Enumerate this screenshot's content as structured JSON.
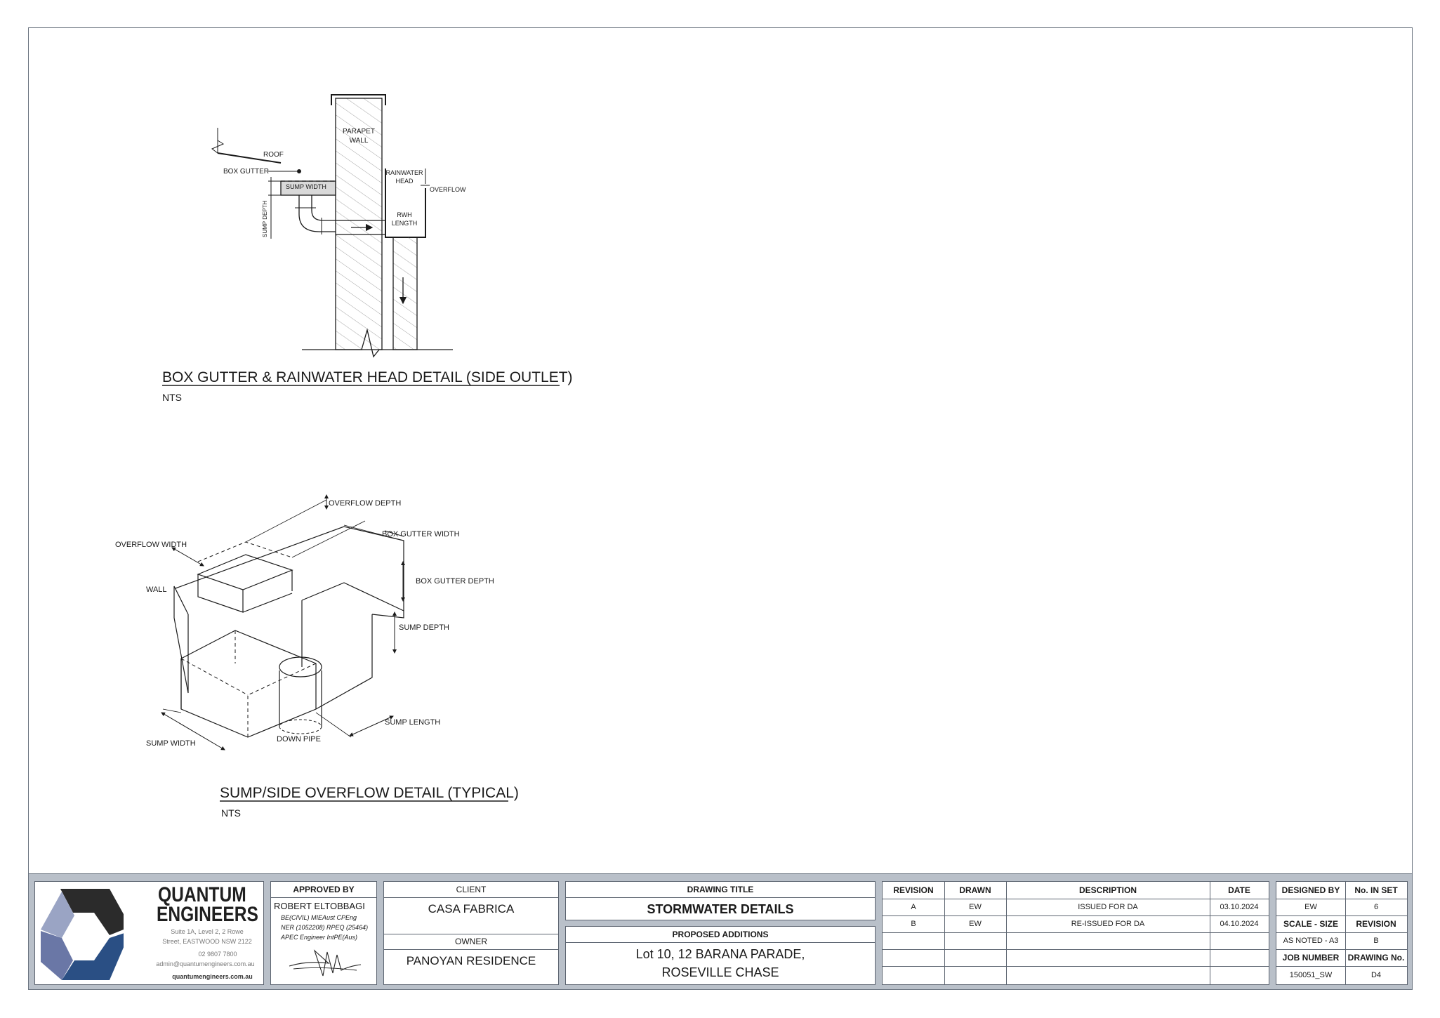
{
  "details": [
    {
      "title": "BOX GUTTER & RAINWATER HEAD DETAIL (SIDE OUTLET)",
      "scale": "NTS",
      "labels": {
        "parapet_wall_1": "PARAPET",
        "parapet_wall_2": "WALL",
        "roof": "ROOF",
        "box_gutter": "BOX GUTTER",
        "sump_width": "SUMP  WIDTH",
        "rainwater_head_1": "RAINWATER",
        "rainwater_head_2": "HEAD",
        "overflow": "OVERFLOW",
        "rwh_length_1": "RWH",
        "rwh_length_2": "LENGTH",
        "sump_depth": "SUMP DEPTH"
      }
    },
    {
      "title": "SUMP/SIDE OVERFLOW DETAIL (TYPICAL)",
      "scale": "NTS",
      "labels": {
        "overflow_depth": "OVERFLOW DEPTH",
        "overflow_width": "OVERFLOW WIDTH",
        "box_gutter_width": "BOX GUTTER WIDTH",
        "wall": "WALL",
        "box_gutter_depth": "BOX GUTTER DEPTH",
        "sump_depth": "SUMP DEPTH",
        "sump_length": "SUMP LENGTH",
        "down_pipe": "DOWN PIPE",
        "sump_width": "SUMP WIDTH"
      }
    }
  ],
  "title_block": {
    "company": {
      "name_1": "QUANTUM",
      "name_2": "ENGINEERS",
      "address_1": "Suite 1A, Level 2, 2 Rowe",
      "address_2": "Street,  EASTWOOD NSW 2122",
      "phone": "02 9807 7800",
      "email": "admin@quantumengineers.com.au",
      "website": "quantumengineers.com.au",
      "colors": {
        "dark": "#2b2b2b",
        "blue": "#2a4f84",
        "light": "#9aa4c4"
      }
    },
    "approved_by": {
      "header": "APPROVED BY",
      "name": "ROBERT ELTOBBAGI",
      "line_1": "BE(CIVIL) MIEAust CPEng",
      "line_2": "NER (1052208) RPEQ (25464)",
      "line_3": "APEC Engineer IntPE(Aus)"
    },
    "client": {
      "header": "CLIENT",
      "value": "CASA FABRICA"
    },
    "owner": {
      "header": "OWNER",
      "value": "PANOYAN RESIDENCE"
    },
    "drawing_title": {
      "header": "DRAWING TITLE",
      "value": "STORMWATER DETAILS"
    },
    "project": {
      "header": "PROPOSED ADDITIONS",
      "address_1": "Lot 10, 12 BARANA PARADE,",
      "address_2": "ROSEVILLE CHASE"
    },
    "revisions": {
      "headers": [
        "REVISION",
        "DRAWN",
        "DESCRIPTION",
        "DATE"
      ],
      "rows": [
        [
          "A",
          "EW",
          "ISSUED FOR DA",
          "03.10.2024"
        ],
        [
          "B",
          "EW",
          "RE-ISSUED FOR DA",
          "04.10.2024"
        ],
        [
          "",
          "",
          "",
          ""
        ],
        [
          "",
          "",
          "",
          ""
        ],
        [
          "",
          "",
          "",
          ""
        ]
      ]
    },
    "info": {
      "designed_by_label": "DESIGNED BY",
      "designed_by": "EW",
      "no_in_set_label": "No. IN SET",
      "no_in_set": "6",
      "scale_size_label": "SCALE - SIZE",
      "scale_size": "AS NOTED - A3",
      "revision_label": "REVISION",
      "revision": "B",
      "job_number_label": "JOB NUMBER",
      "job_number": "150051_SW",
      "drawing_no_label": "DRAWING No.",
      "drawing_no": "D4"
    }
  }
}
